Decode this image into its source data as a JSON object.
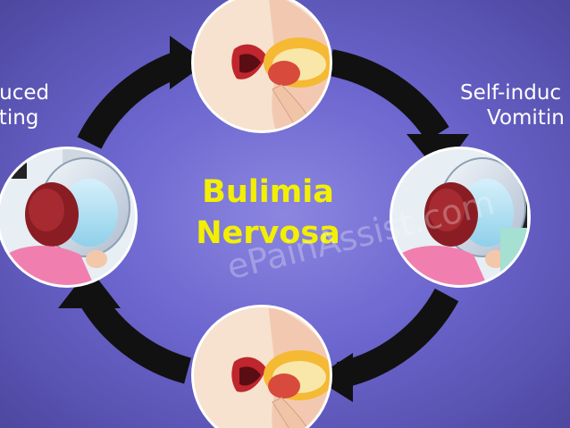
{
  "diagram": {
    "title_line1": "Bulimia",
    "title_line2": "Nervosa",
    "left_label_line1": "nduced",
    "left_label_line2": "miting",
    "right_label_line1": "Self-induc",
    "right_label_line2": "Vomitin",
    "watermark": "ePainAssist.com"
  },
  "colors": {
    "background": "#6c66cf",
    "title": "#f2f000",
    "arrow": "#111111",
    "circle_border": "#ffffff"
  },
  "icons": {
    "top": "binge-eating-mouth-icon",
    "bottom": "binge-eating-mouth-icon",
    "left": "vomiting-person-icon",
    "right": "vomiting-person-icon"
  }
}
